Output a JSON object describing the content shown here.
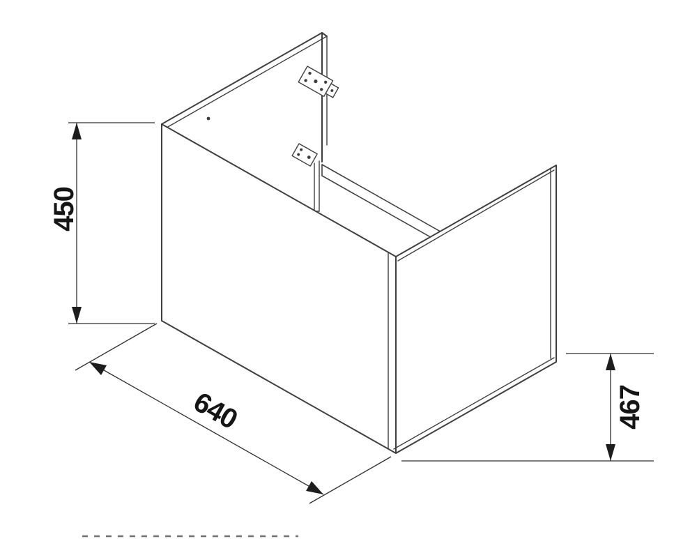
{
  "drawing": {
    "background": "#ffffff",
    "line_color": "#3f3f3f",
    "dimension_line_color": "#2e2e2e",
    "text_color": "#151515",
    "dimension_labels": {
      "height_left": "450",
      "width_bottom": "640",
      "depth_right": "467"
    }
  }
}
